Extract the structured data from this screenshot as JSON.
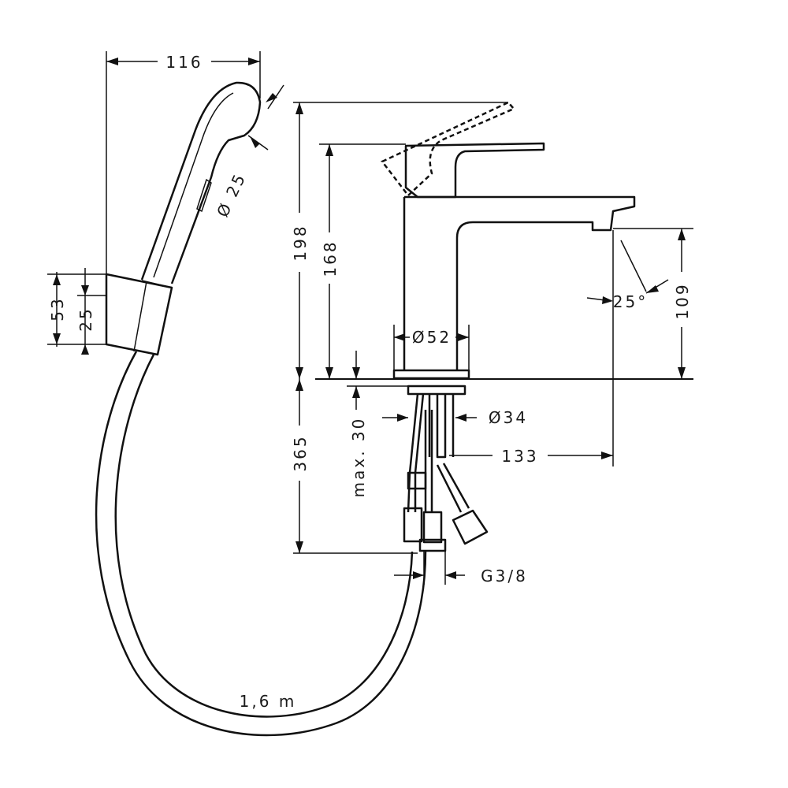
{
  "diagram": {
    "dimensions": {
      "shower_head_width": "116",
      "shower_head_diameter": "Ø 25",
      "holder_height": "53",
      "holder_offset": "25",
      "total_height": "198",
      "spout_height": "168",
      "base_diameter": "Ø52",
      "spout_angle": "25°",
      "spout_clearance": "109",
      "below_deck": "365",
      "max_deck_thickness": "max. 30",
      "shank_diameter": "Ø34",
      "spout_reach": "133",
      "connection_thread": "G3/8",
      "hose_length": "1,6 m"
    }
  }
}
